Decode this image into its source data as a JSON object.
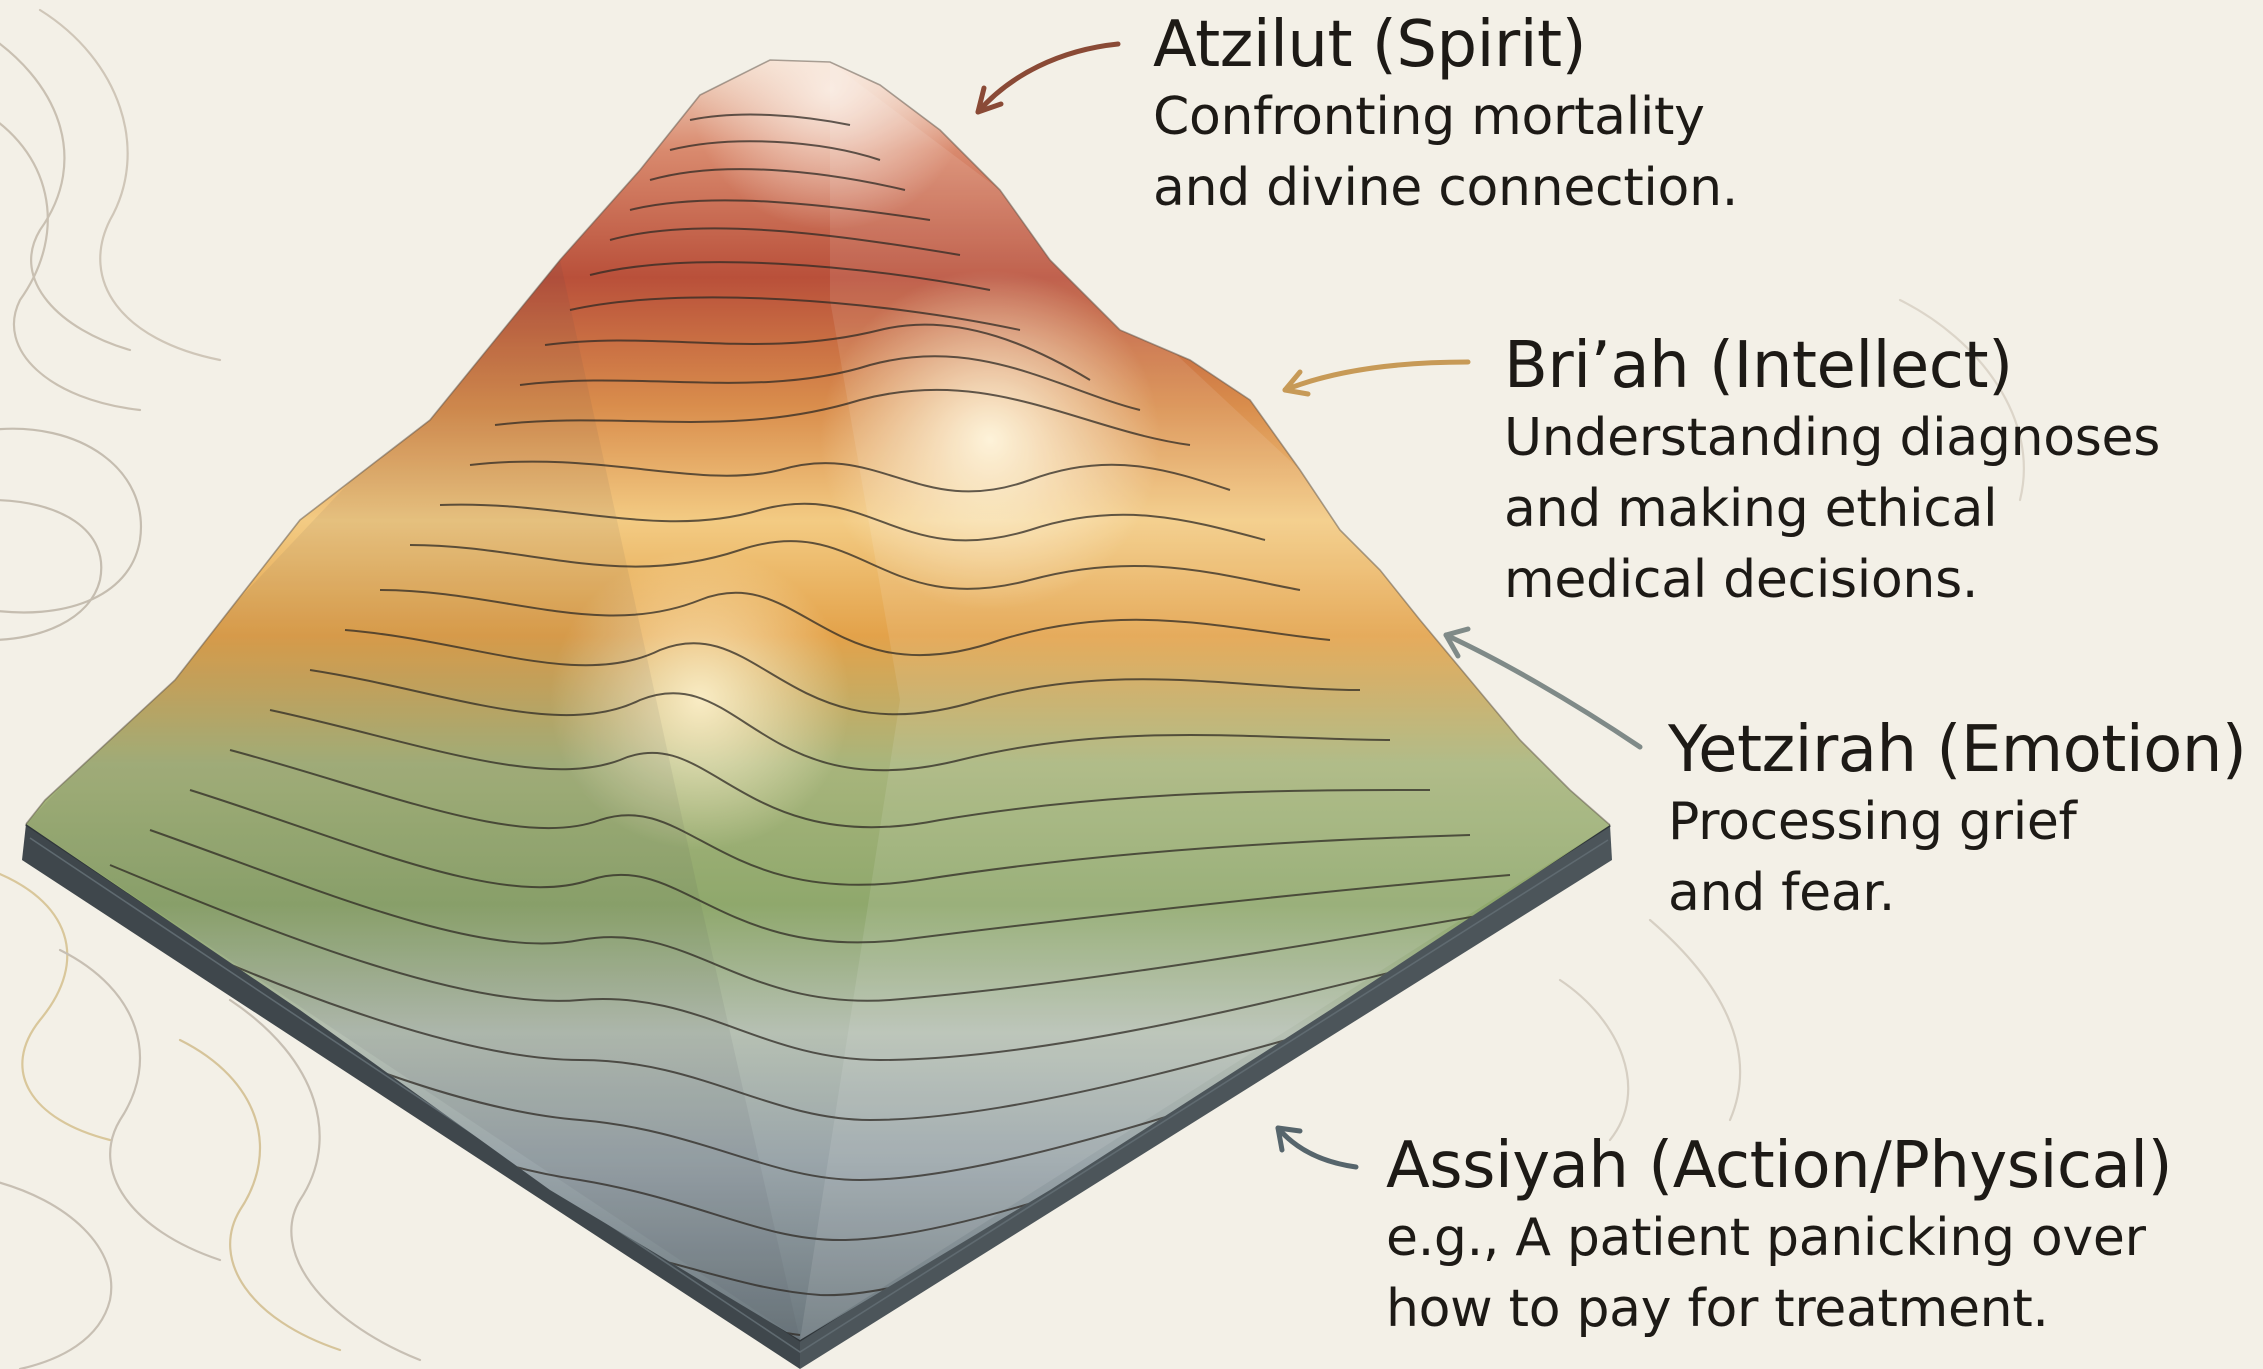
{
  "colors": {
    "background": "#f3f0e7",
    "spirit": "#b9503a",
    "intellect": "#e3a24a",
    "emotion": "#8fa86c",
    "physical": "#7d8a90",
    "base": "#4c555a",
    "contour": "#2f2a24"
  },
  "levels": [
    {
      "id": "atzilut",
      "title": "Atzilut (Spirit)",
      "description": "Confronting mortality\nand divine connection.",
      "arrow_color": "#8a4a36"
    },
    {
      "id": "briah",
      "title": "Bri’ah (Intellect)",
      "description": "Understanding diagnoses\nand making ethical\nmedical decisions.",
      "arrow_color": "#c79a57"
    },
    {
      "id": "yetzirah",
      "title": "Yetzirah (Emotion)",
      "description": "Processing grief\nand fear.",
      "arrow_color": "#7f8a88"
    },
    {
      "id": "assiyah",
      "title": "Assiyah (Action/Physical)",
      "description": "e.g., A patient panicking over\nhow to pay for treatment.",
      "arrow_color": "#56656c"
    }
  ]
}
